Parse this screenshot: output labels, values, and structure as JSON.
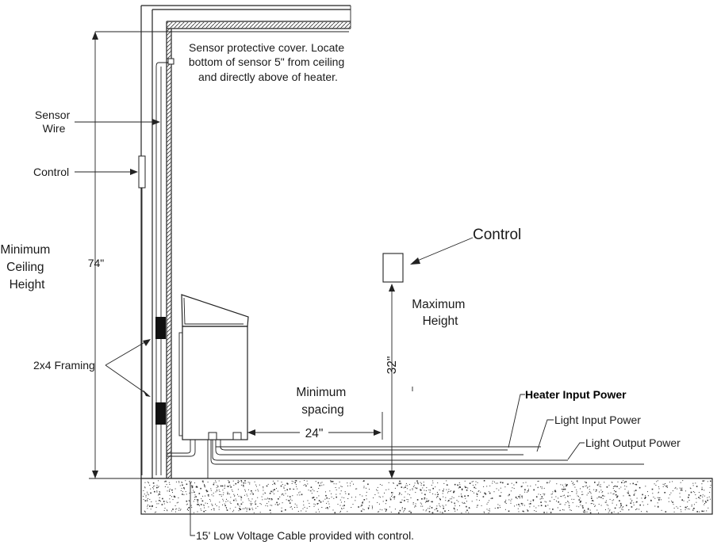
{
  "labels": {
    "sensor_cover": [
      "Sensor protective cover. Locate",
      "bottom of sensor 5\" from ceiling",
      "and directly above of heater."
    ],
    "sensor_wire": [
      "Sensor",
      "Wire"
    ],
    "control_left": "Control",
    "min_ceiling": [
      "Minimum",
      "Ceiling",
      "Height"
    ],
    "height_74": "74\"",
    "framing": "2x4 Framing",
    "control_right": "Control",
    "max_height": [
      "Maximum",
      "Height"
    ],
    "height_32": "32\"",
    "min_spacing": [
      "Minimum",
      "spacing"
    ],
    "spacing_24": "24\"",
    "heater_input": "Heater Input Power",
    "light_input": "Light Input Power",
    "light_output": "Light Output Power",
    "cable_note": "15' Low Voltage Cable provided with control."
  }
}
